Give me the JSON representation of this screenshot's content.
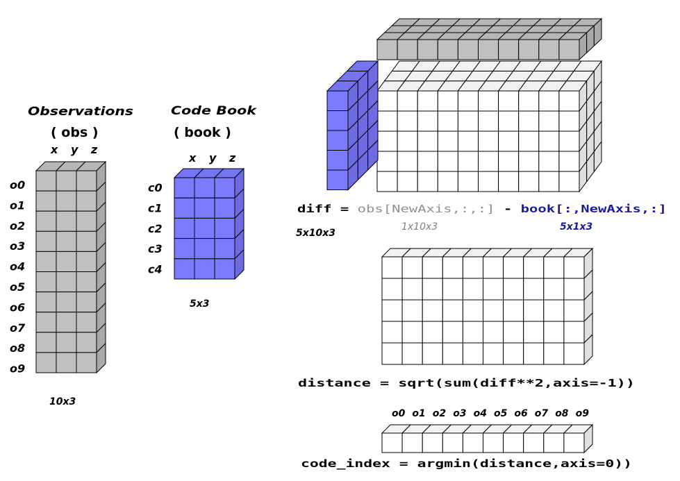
{
  "colors": {
    "gray": "#c0c0c0",
    "blue": "#7b7bff",
    "white": "#ffffff",
    "edge": "#000000",
    "code_gray": "#909090",
    "code_blue": "#1a1aa0"
  },
  "observations": {
    "title": "Observations",
    "name": "( obs )",
    "axes": [
      "x",
      "y",
      "z"
    ],
    "rows": [
      "o0",
      "o1",
      "o2",
      "o3",
      "o4",
      "o5",
      "o6",
      "o7",
      "o8",
      "o9"
    ],
    "shape": "10x3"
  },
  "codebook": {
    "title": "Code Book",
    "name": "( book )",
    "axes": [
      "x",
      "y",
      "z"
    ],
    "rows": [
      "c0",
      "c1",
      "c2",
      "c3",
      "c4"
    ],
    "shape": "5x3"
  },
  "diff": {
    "lhs": "diff = ",
    "obs_part": "obs[NewAxis,:,:]",
    "minus": " - ",
    "book_part": "book[:,NewAxis,:]",
    "shape_diff": "5x10x3",
    "shape_obs": "1x10x3",
    "shape_book": "5x1x3"
  },
  "distance": {
    "formula": "distance = sqrt(sum(diff**2,axis=-1))"
  },
  "code_index": {
    "labels": [
      "o0",
      "o1",
      "o2",
      "o3",
      "o4",
      "o5",
      "o6",
      "o7",
      "o8",
      "o9"
    ],
    "formula": "code_index = argmin(distance,axis=0))"
  }
}
